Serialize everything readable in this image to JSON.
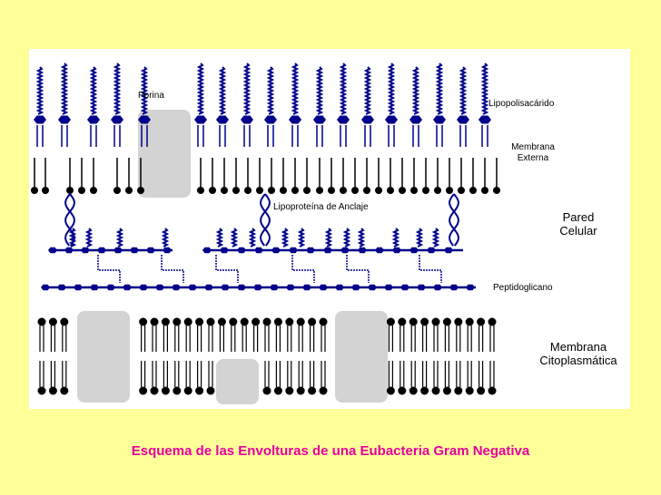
{
  "labels": {
    "porina": "Porina",
    "lipopolisacarido": "Lipopolisacárido",
    "membrana_externa_1": "Membrana",
    "membrana_externa_2": "Externa",
    "lipoproteina": "Lipoproteína de Anclaje",
    "pared_1": "Pared",
    "pared_2": "Celular",
    "peptidoglicano": "Peptidoglicano",
    "membrana_cito_1": "Membrana",
    "membrana_cito_2": "Citoplasmática"
  },
  "caption": "Esquema de las Envolturas de una Eubacteria Gram Negativa",
  "colors": {
    "background": "#ffff99",
    "panel": "#ffffff",
    "molecule_blue": "#00008b",
    "lipid_black": "#000000",
    "protein_gray": "#d3d3d3",
    "caption": "#e6009e"
  }
}
